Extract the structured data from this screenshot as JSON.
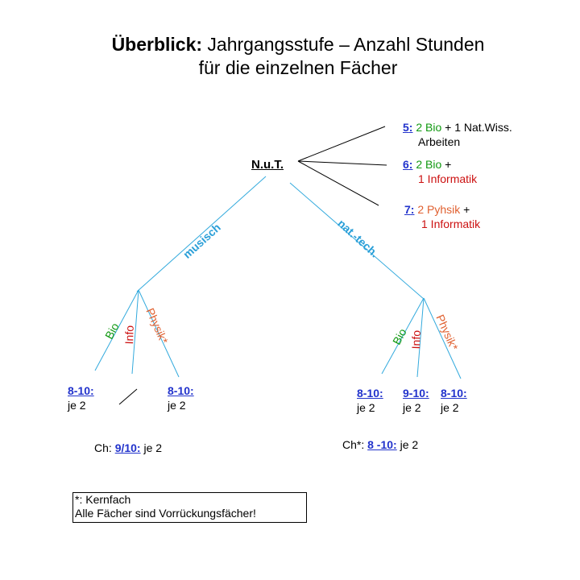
{
  "title": {
    "bold": "Überblick:",
    "line1_rest": " Jahrgangsstufe – Anzahl Stunden",
    "line2": "für die einzelnen Fächer"
  },
  "root": "N.u.T.",
  "grades": {
    "g5": {
      "num": "5",
      "colon": ":",
      "a": "2 Bio",
      "b": "+ 1 Nat.Wiss.",
      "c": "Arbeiten"
    },
    "g6": {
      "num": "6",
      "colon": ":",
      "a": "2 Bio",
      "b": "+",
      "c": "1 Informatik"
    },
    "g7": {
      "num": "7",
      "colon": ":",
      "a": "2 Pyhsik",
      "b": "+",
      "c": "1 Informatik"
    }
  },
  "branches": {
    "left": "musisch",
    "right": "nat.-tech."
  },
  "subjects": {
    "bio": "Bio",
    "info": "Info",
    "physik": "Physik*"
  },
  "leaves": {
    "range": "8-10:",
    "hours": "je 2",
    "range_info_right": "9-10:"
  },
  "chemistry": {
    "left_prefix": "Ch:",
    "left_range": "9/10:",
    "left_hours": "je 2",
    "right_prefix": "Ch*:",
    "right_range": "8 -10:",
    "right_hours": "je 2"
  },
  "legend": {
    "line1": "*: Kernfach",
    "line2": "Alle Fächer sind Vorrückungsfächer!"
  },
  "colors": {
    "blue": "#2233cc",
    "green": "#119911",
    "red": "#cc1111",
    "orange": "#e06030",
    "branch_line": "#33aadd"
  }
}
